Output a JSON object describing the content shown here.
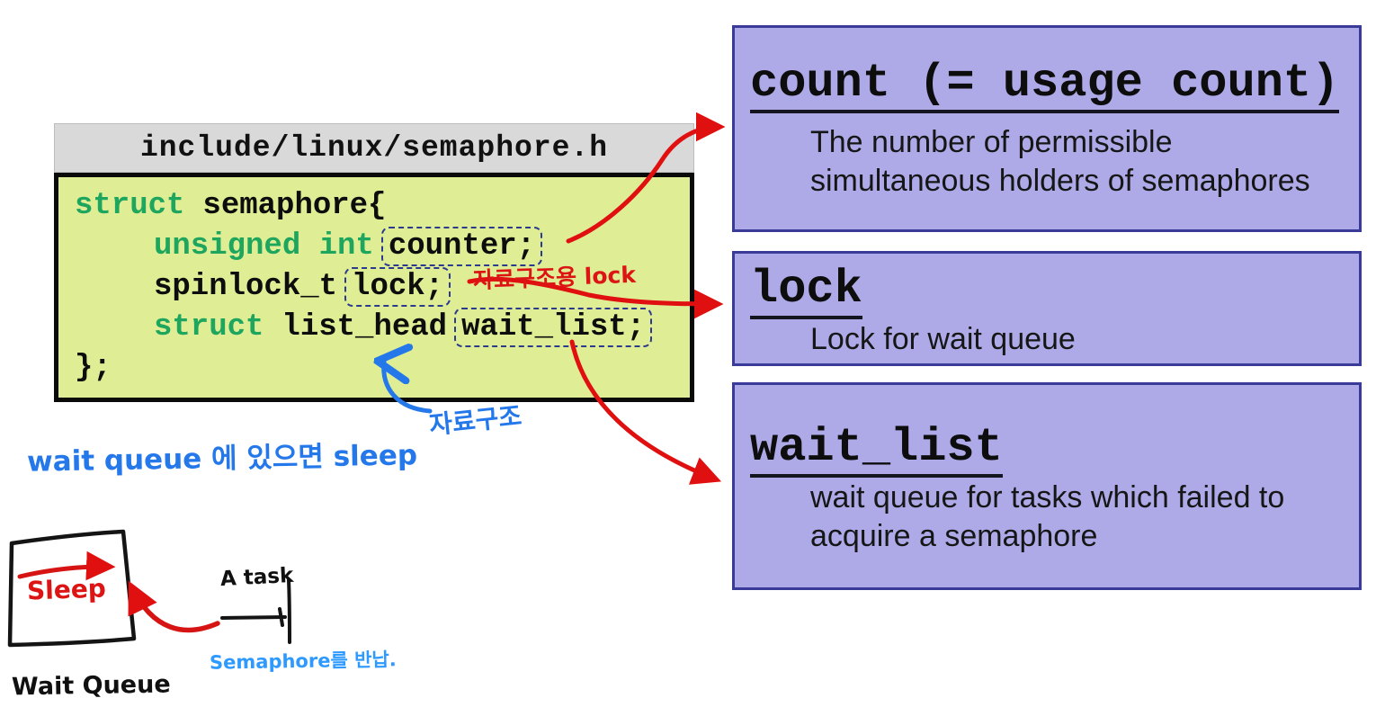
{
  "code_panel": {
    "header": "include/linux/semaphore.h",
    "line1_keyword": "struct",
    "line1_rest": "semaphore{",
    "line2_keyword": "unsigned int",
    "line2_field": "counter;",
    "line3_type": "spinlock_t",
    "line3_field": "lock;",
    "line4_keyword": "struct",
    "line4_type": "list_head",
    "line4_field": "wait_list;",
    "line5_close": "};"
  },
  "info_boxes": [
    {
      "title": "count (= usage count)",
      "desc_line1": "The number of permissible",
      "desc_line2": "simultaneous holders of semaphores"
    },
    {
      "title": "lock",
      "desc_line1": "Lock for wait queue",
      "desc_line2": ""
    },
    {
      "title": "wait_list",
      "desc_line1": "wait queue for tasks which failed to",
      "desc_line2": "acquire a semaphore"
    }
  ],
  "annotations": {
    "lock_note_struck": "자료구조용 lock",
    "list_head_note": "자료구조",
    "wait_queue_sleep_note": "wait queue 에 있으면 sleep",
    "sleep_label": "Sleep",
    "wait_queue_label": "Wait Queue",
    "task_label": "A task",
    "semaphore_return_note": "Semaphore를 반납."
  },
  "colors": {
    "info_box_fill": "#aeaae8",
    "info_box_border": "#3a3a99",
    "code_box_fill": "#dfee95",
    "code_header_fill": "#d9d9d9",
    "keyword_green": "#1ea55e",
    "annotation_red": "#dc1414",
    "annotation_blue": "#2478ea",
    "annotation_light_blue": "#2e9aff",
    "sketch_black": "#141414"
  }
}
